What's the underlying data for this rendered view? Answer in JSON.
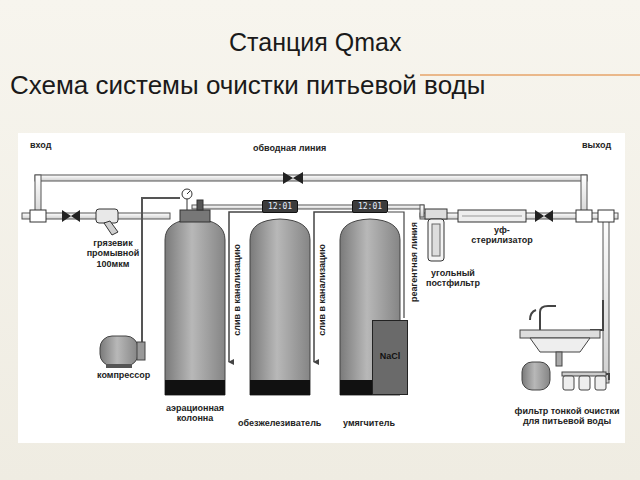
{
  "diagram": {
    "title": "Станция Qmax",
    "caption": "Схема системы очистки питьевой воды",
    "nodes": [
      {
        "text": [
          "12:01"
        ]
      },
      {
        "text": [
          "12:01"
        ]
      },
      {
        "text": [
          "NaCl"
        ]
      }
    ],
    "labels": [
      "вход",
      "обводная линия",
      "выход",
      "грязевик промывной 100мкм",
      "компрессор",
      "аэрационная колонна",
      "слив в канализацию",
      "обезжелезиватель",
      "слив в канализацию",
      "умягчитель",
      "реагентная линия",
      "угольный постфильтр",
      "уф- стерилизатор",
      "фильтр тонкой очистки для питьевой воды"
    ]
  }
}
